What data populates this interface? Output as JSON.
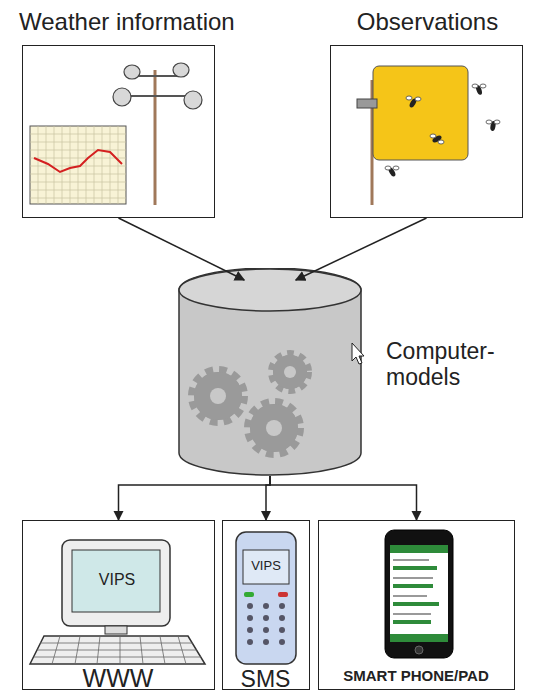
{
  "diagram": {
    "nodes": [
      {
        "text": [
          "Weather information"
        ]
      },
      {
        "text": [
          "Observations"
        ]
      },
      {
        "text": [
          "Computer- models"
        ]
      },
      {
        "text": [
          "VIPS",
          "WWW"
        ]
      },
      {
        "text": [
          "VIPS",
          "SMS"
        ]
      },
      {
        "text": [
          "SMART PHONE/PAD"
        ]
      }
    ],
    "edges": [
      {
        "from": 0,
        "to": 2,
        "arrow": "to"
      },
      {
        "from": 1,
        "to": 2,
        "arrow": "to"
      },
      {
        "from": 2,
        "to": 3,
        "arrow": "to"
      },
      {
        "from": 2,
        "to": 4,
        "arrow": "to"
      },
      {
        "from": 2,
        "to": 5,
        "arrow": "to"
      }
    ]
  }
}
